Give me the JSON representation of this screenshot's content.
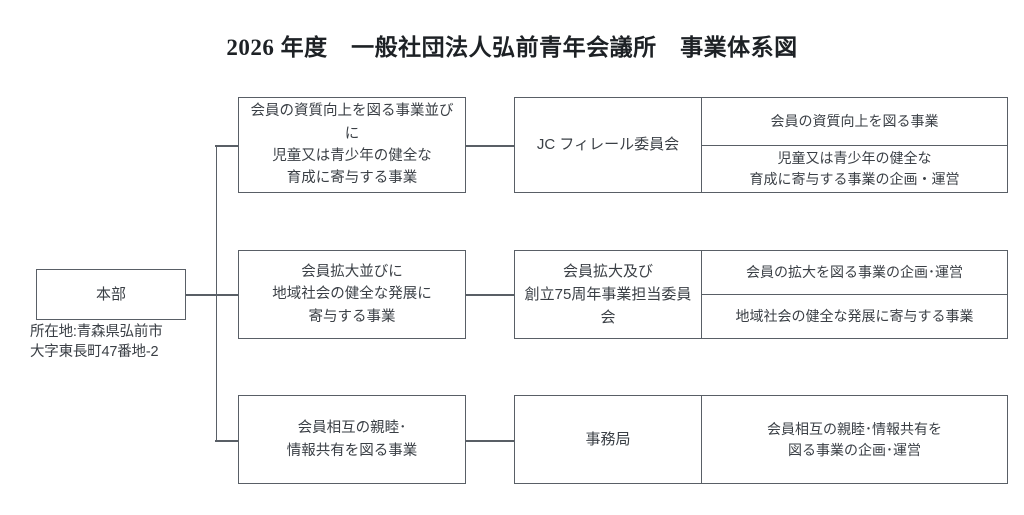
{
  "document": {
    "title": "2026 年度　一般社団法人弘前青年会議所　事業体系図"
  },
  "root": {
    "label": "本部",
    "address": "所在地:青森県弘前市\n大字東長町47番地-2"
  },
  "rows": [
    {
      "business": "会員の資質向上を図る事業並びに\n児童又は青少年の健全な\n育成に寄与する事業",
      "committee": "JC フィレール委員会",
      "details": [
        "会員の資質向上を図る事業",
        "児童又は青少年の健全な\n育成に寄与する事業の企画・運営"
      ]
    },
    {
      "business": "会員拡大並びに\n地域社会の健全な発展に\n寄与する事業",
      "committee": "会員拡大及び\n創立75周年事業担当委員会",
      "details": [
        "会員の拡大を図る事業の企画･運営",
        "地域社会の健全な発展に寄与する事業"
      ]
    },
    {
      "business": "会員相互の親睦･\n情報共有を図る事業",
      "committee": "事務局",
      "details": [
        "会員相互の親睦･情報共有を\n図る事業の企画･運営"
      ]
    }
  ],
  "colors": {
    "line": "#595f66",
    "text": "#3a3f45",
    "title": "#1d2125",
    "background": "#ffffff"
  }
}
